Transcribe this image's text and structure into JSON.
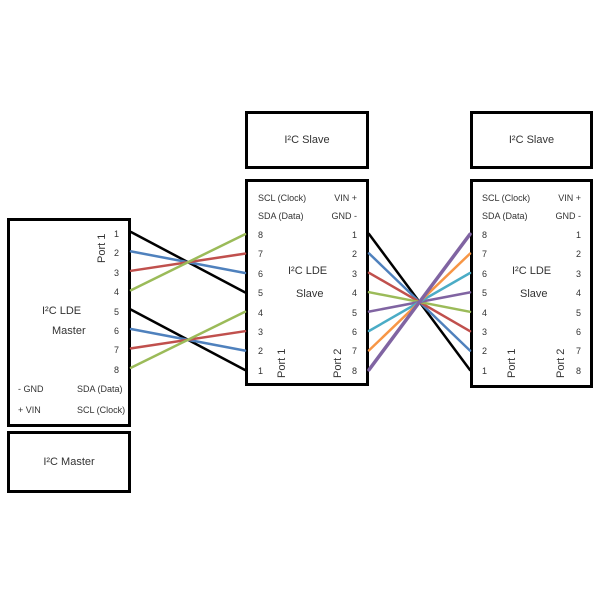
{
  "master": {
    "title_box": "I²C Master",
    "name_line1": "I²C LDE",
    "name_line2": "Master",
    "port_label": "Port 1",
    "pins": [
      "1",
      "2",
      "3",
      "4",
      "5",
      "6",
      "7",
      "8"
    ],
    "gnd": "- GND",
    "vin": "+ VIN",
    "sda": "SDA (Data)",
    "scl": "SCL (Clock)"
  },
  "slave1": {
    "title_box": "I²C Slave",
    "scl": "SCL (Clock)",
    "sda": "SDA (Data)",
    "vin": "VIN +",
    "gnd": "GND -",
    "name_line1": "I²C LDE",
    "name_line2": "Slave",
    "port1_label": "Port 1",
    "port2_label": "Port 2",
    "port1_pins": [
      "8",
      "7",
      "6",
      "5",
      "4",
      "3",
      "2",
      "1"
    ],
    "port2_pins": [
      "1",
      "2",
      "3",
      "4",
      "5",
      "6",
      "7",
      "8"
    ]
  },
  "slave2": {
    "title_box": "I²C Slave",
    "scl": "SCL (Clock)",
    "sda": "SDA (Data)",
    "vin": "VIN +",
    "gnd": "GND -",
    "name_line1": "I²C LDE",
    "name_line2": "Slave",
    "port1_label": "Port 1",
    "port2_label": "Port 2",
    "port1_pins": [
      "8",
      "7",
      "6",
      "5",
      "4",
      "3",
      "2",
      "1"
    ],
    "port2_pins": [
      "1",
      "2",
      "3",
      "4",
      "5",
      "6",
      "7",
      "8"
    ]
  },
  "wires_master_to_slave1": [
    {
      "from": 1,
      "to": 5,
      "color": "#000000"
    },
    {
      "from": 2,
      "to": 6,
      "color": "#4f81bd"
    },
    {
      "from": 3,
      "to": 7,
      "color": "#c0504d"
    },
    {
      "from": 4,
      "to": 8,
      "color": "#9bbb59"
    },
    {
      "from": 5,
      "to": 1,
      "color": "#000000"
    },
    {
      "from": 6,
      "to": 2,
      "color": "#4f81bd"
    },
    {
      "from": 7,
      "to": 3,
      "color": "#c0504d"
    },
    {
      "from": 8,
      "to": 4,
      "color": "#9bbb59"
    }
  ],
  "wires_slave1_to_slave2": [
    {
      "from": 1,
      "to": 1,
      "color": "#000000"
    },
    {
      "from": 2,
      "to": 2,
      "color": "#4f81bd"
    },
    {
      "from": 3,
      "to": 3,
      "color": "#c0504d"
    },
    {
      "from": 4,
      "to": 4,
      "color": "#9bbb59"
    },
    {
      "from": 5,
      "to": 5,
      "color": "#8064a2"
    },
    {
      "from": 6,
      "to": 6,
      "color": "#4bacc6"
    },
    {
      "from": 7,
      "to": 7,
      "color": "#f79646"
    },
    {
      "from": 8,
      "to": 8,
      "color": "#8064a2"
    }
  ]
}
